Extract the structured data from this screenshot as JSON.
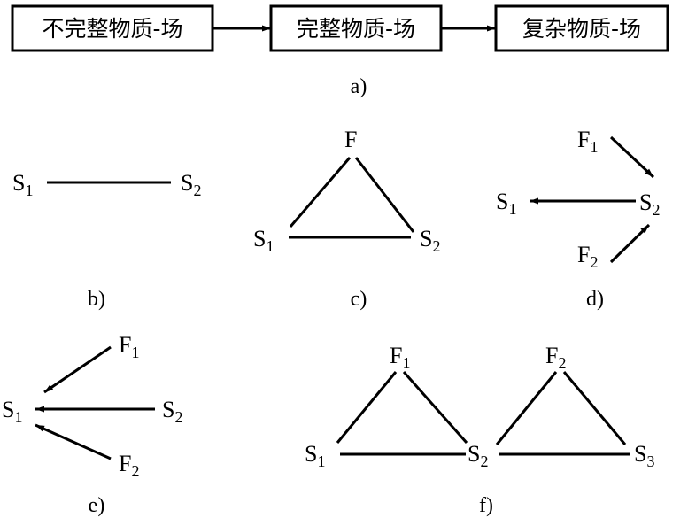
{
  "diagram_a": {
    "boxes": [
      "不完整物质-场",
      "完整物质-场",
      "复杂物质-场"
    ],
    "caption": "a)"
  },
  "diagram_b": {
    "s1": {
      "base": "S",
      "sub": "1"
    },
    "s2": {
      "base": "S",
      "sub": "2"
    },
    "caption": "b)"
  },
  "diagram_c": {
    "f": {
      "base": "F",
      "sub": ""
    },
    "s1": {
      "base": "S",
      "sub": "1"
    },
    "s2": {
      "base": "S",
      "sub": "2"
    },
    "caption": "c)"
  },
  "diagram_d": {
    "f1": {
      "base": "F",
      "sub": "1"
    },
    "f2": {
      "base": "F",
      "sub": "2"
    },
    "s1": {
      "base": "S",
      "sub": "1"
    },
    "s2": {
      "base": "S",
      "sub": "2"
    },
    "caption": "d)"
  },
  "diagram_e": {
    "f1": {
      "base": "F",
      "sub": "1"
    },
    "f2": {
      "base": "F",
      "sub": "2"
    },
    "s1": {
      "base": "S",
      "sub": "1"
    },
    "s2": {
      "base": "S",
      "sub": "2"
    },
    "caption": "e)"
  },
  "diagram_f": {
    "f1": {
      "base": "F",
      "sub": "1"
    },
    "f2": {
      "base": "F",
      "sub": "2"
    },
    "s1": {
      "base": "S",
      "sub": "1"
    },
    "s2": {
      "base": "S",
      "sub": "2"
    },
    "s3": {
      "base": "S",
      "sub": "3"
    },
    "caption": "f)"
  }
}
